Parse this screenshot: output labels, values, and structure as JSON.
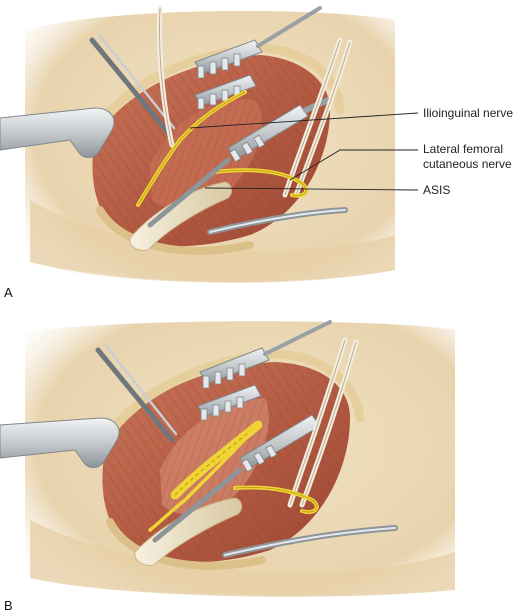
{
  "panels": [
    {
      "letter": "A"
    },
    {
      "letter": "B"
    }
  ],
  "labels": {
    "ilioinguinal": "Ilioinguinal nerve",
    "lfcn_line1": "Lateral femoral",
    "lfcn_line2": "cutaneous nerve",
    "asis": "ASIS"
  },
  "colors": {
    "skin": "#ead7b4",
    "muscle": "#b8644a",
    "nerve": "#f0d435",
    "retractor": "#cfd3d6",
    "tendon": "#efe6cf"
  }
}
